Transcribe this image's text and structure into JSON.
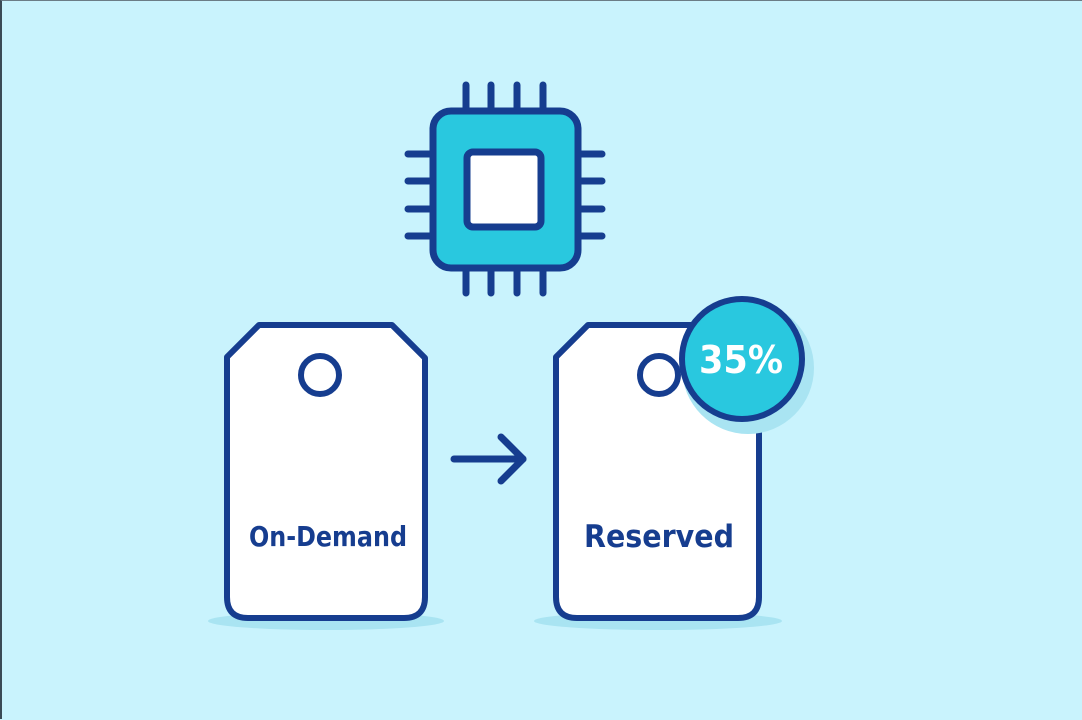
{
  "tags": {
    "left": {
      "label": "On-Demand"
    },
    "right": {
      "label": "Reserved"
    }
  },
  "badge": {
    "text": "35%"
  },
  "icons": {
    "chip": "cpu-chip-icon",
    "arrow": "arrow-right-icon",
    "tag": "price-tag-icon"
  },
  "colors": {
    "background": "#c9f3fd",
    "outline": "#163d8f",
    "accent": "#29c8df",
    "fill": "#ffffff"
  }
}
